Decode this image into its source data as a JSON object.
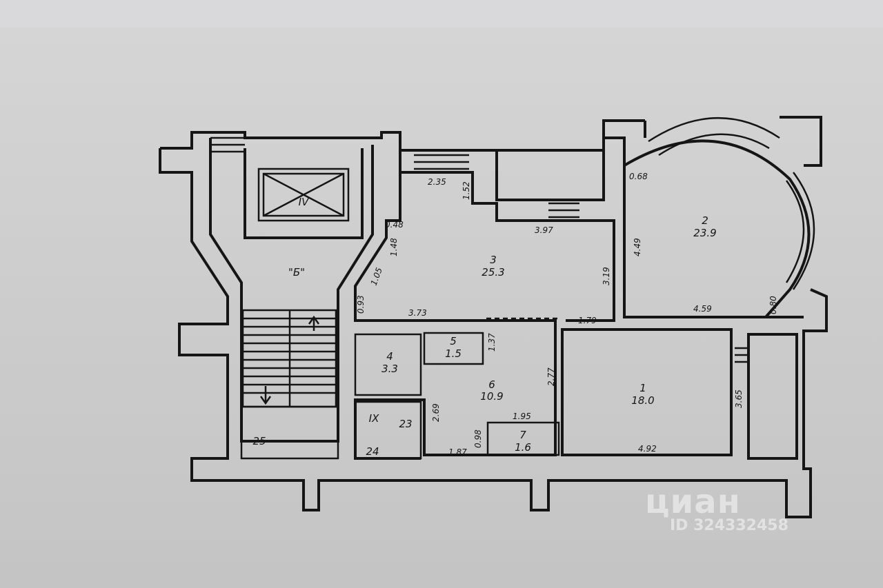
{
  "rooms": {
    "r1": {
      "num": "1",
      "area": "18.0"
    },
    "r2": {
      "num": "2",
      "area": "23.9"
    },
    "r3": {
      "num": "3",
      "area": "25.3"
    },
    "r4": {
      "num": "4",
      "area": "3.3"
    },
    "r5": {
      "num": "5",
      "area": "1.5"
    },
    "r6": {
      "num": "6",
      "area": "10.9"
    },
    "r7": {
      "num": "7",
      "area": "1.6"
    },
    "elevator": "IV",
    "stair": "\"Б\"",
    "r9": "IX",
    "r23": "23",
    "r24": "24",
    "r25": "25"
  },
  "dims": {
    "d235": "2.35",
    "d152": "1.52",
    "d048": "0.48",
    "d148": "1.48",
    "d105": "1.05",
    "d093": "0.93",
    "d373": "3.73",
    "d397": "3.97",
    "d319": "3.19",
    "d179": "1.79",
    "d137": "1.37",
    "d277": "2.77",
    "d269": "2.69",
    "d098": "0.98",
    "d187": "1.87",
    "d195": "1.95",
    "d492": "4.92",
    "d365": "3.65",
    "d068": "0.68",
    "d449": "4.49",
    "d459": "4.59",
    "d080": "0.80"
  },
  "watermark": {
    "logo": "циан",
    "id": "ID 324332458"
  }
}
